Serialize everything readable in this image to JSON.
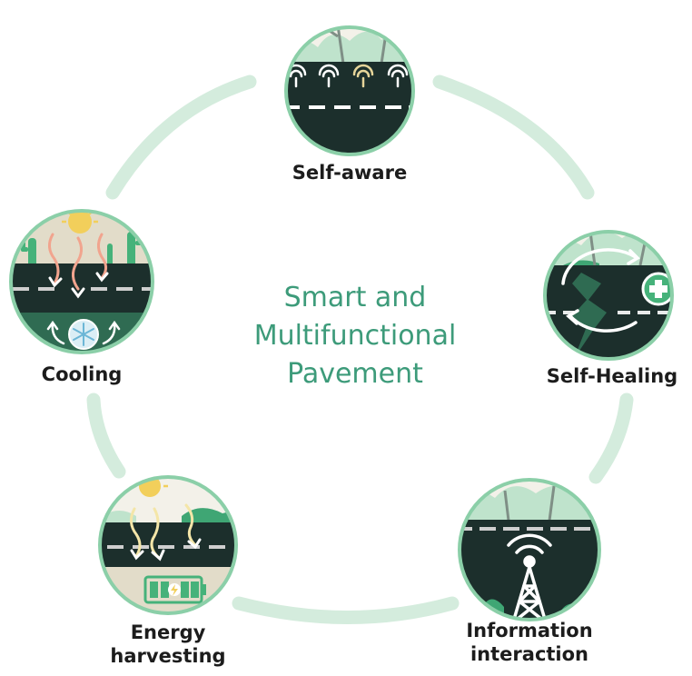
{
  "title_lines": [
    "Smart and",
    "Multifunctional",
    "Pavement"
  ],
  "nodes": [
    {
      "id": "self-aware",
      "label_lines": [
        "Self-aware"
      ]
    },
    {
      "id": "self-healing",
      "label_lines": [
        "Self-Healing"
      ]
    },
    {
      "id": "information-interaction",
      "label_lines": [
        "Information",
        "interaction"
      ]
    },
    {
      "id": "energy-harvesting",
      "label_lines": [
        "Energy",
        "harvesting"
      ]
    },
    {
      "id": "cooling",
      "label_lines": [
        "Cooling"
      ]
    }
  ],
  "colors": {
    "ring": "#d4ecdd",
    "road": "#1c2f2c",
    "circle_border": "#8bcfa8",
    "foliage": "#bfe3cc",
    "foliage_dark": "#3fa674",
    "sand": "#e2dcc9",
    "accent_green": "#46b27a",
    "sun": "#f2cf5b",
    "heat_wave": "#f1a48e",
    "title": "#3d9b7a",
    "label": "#1c1c1c"
  }
}
